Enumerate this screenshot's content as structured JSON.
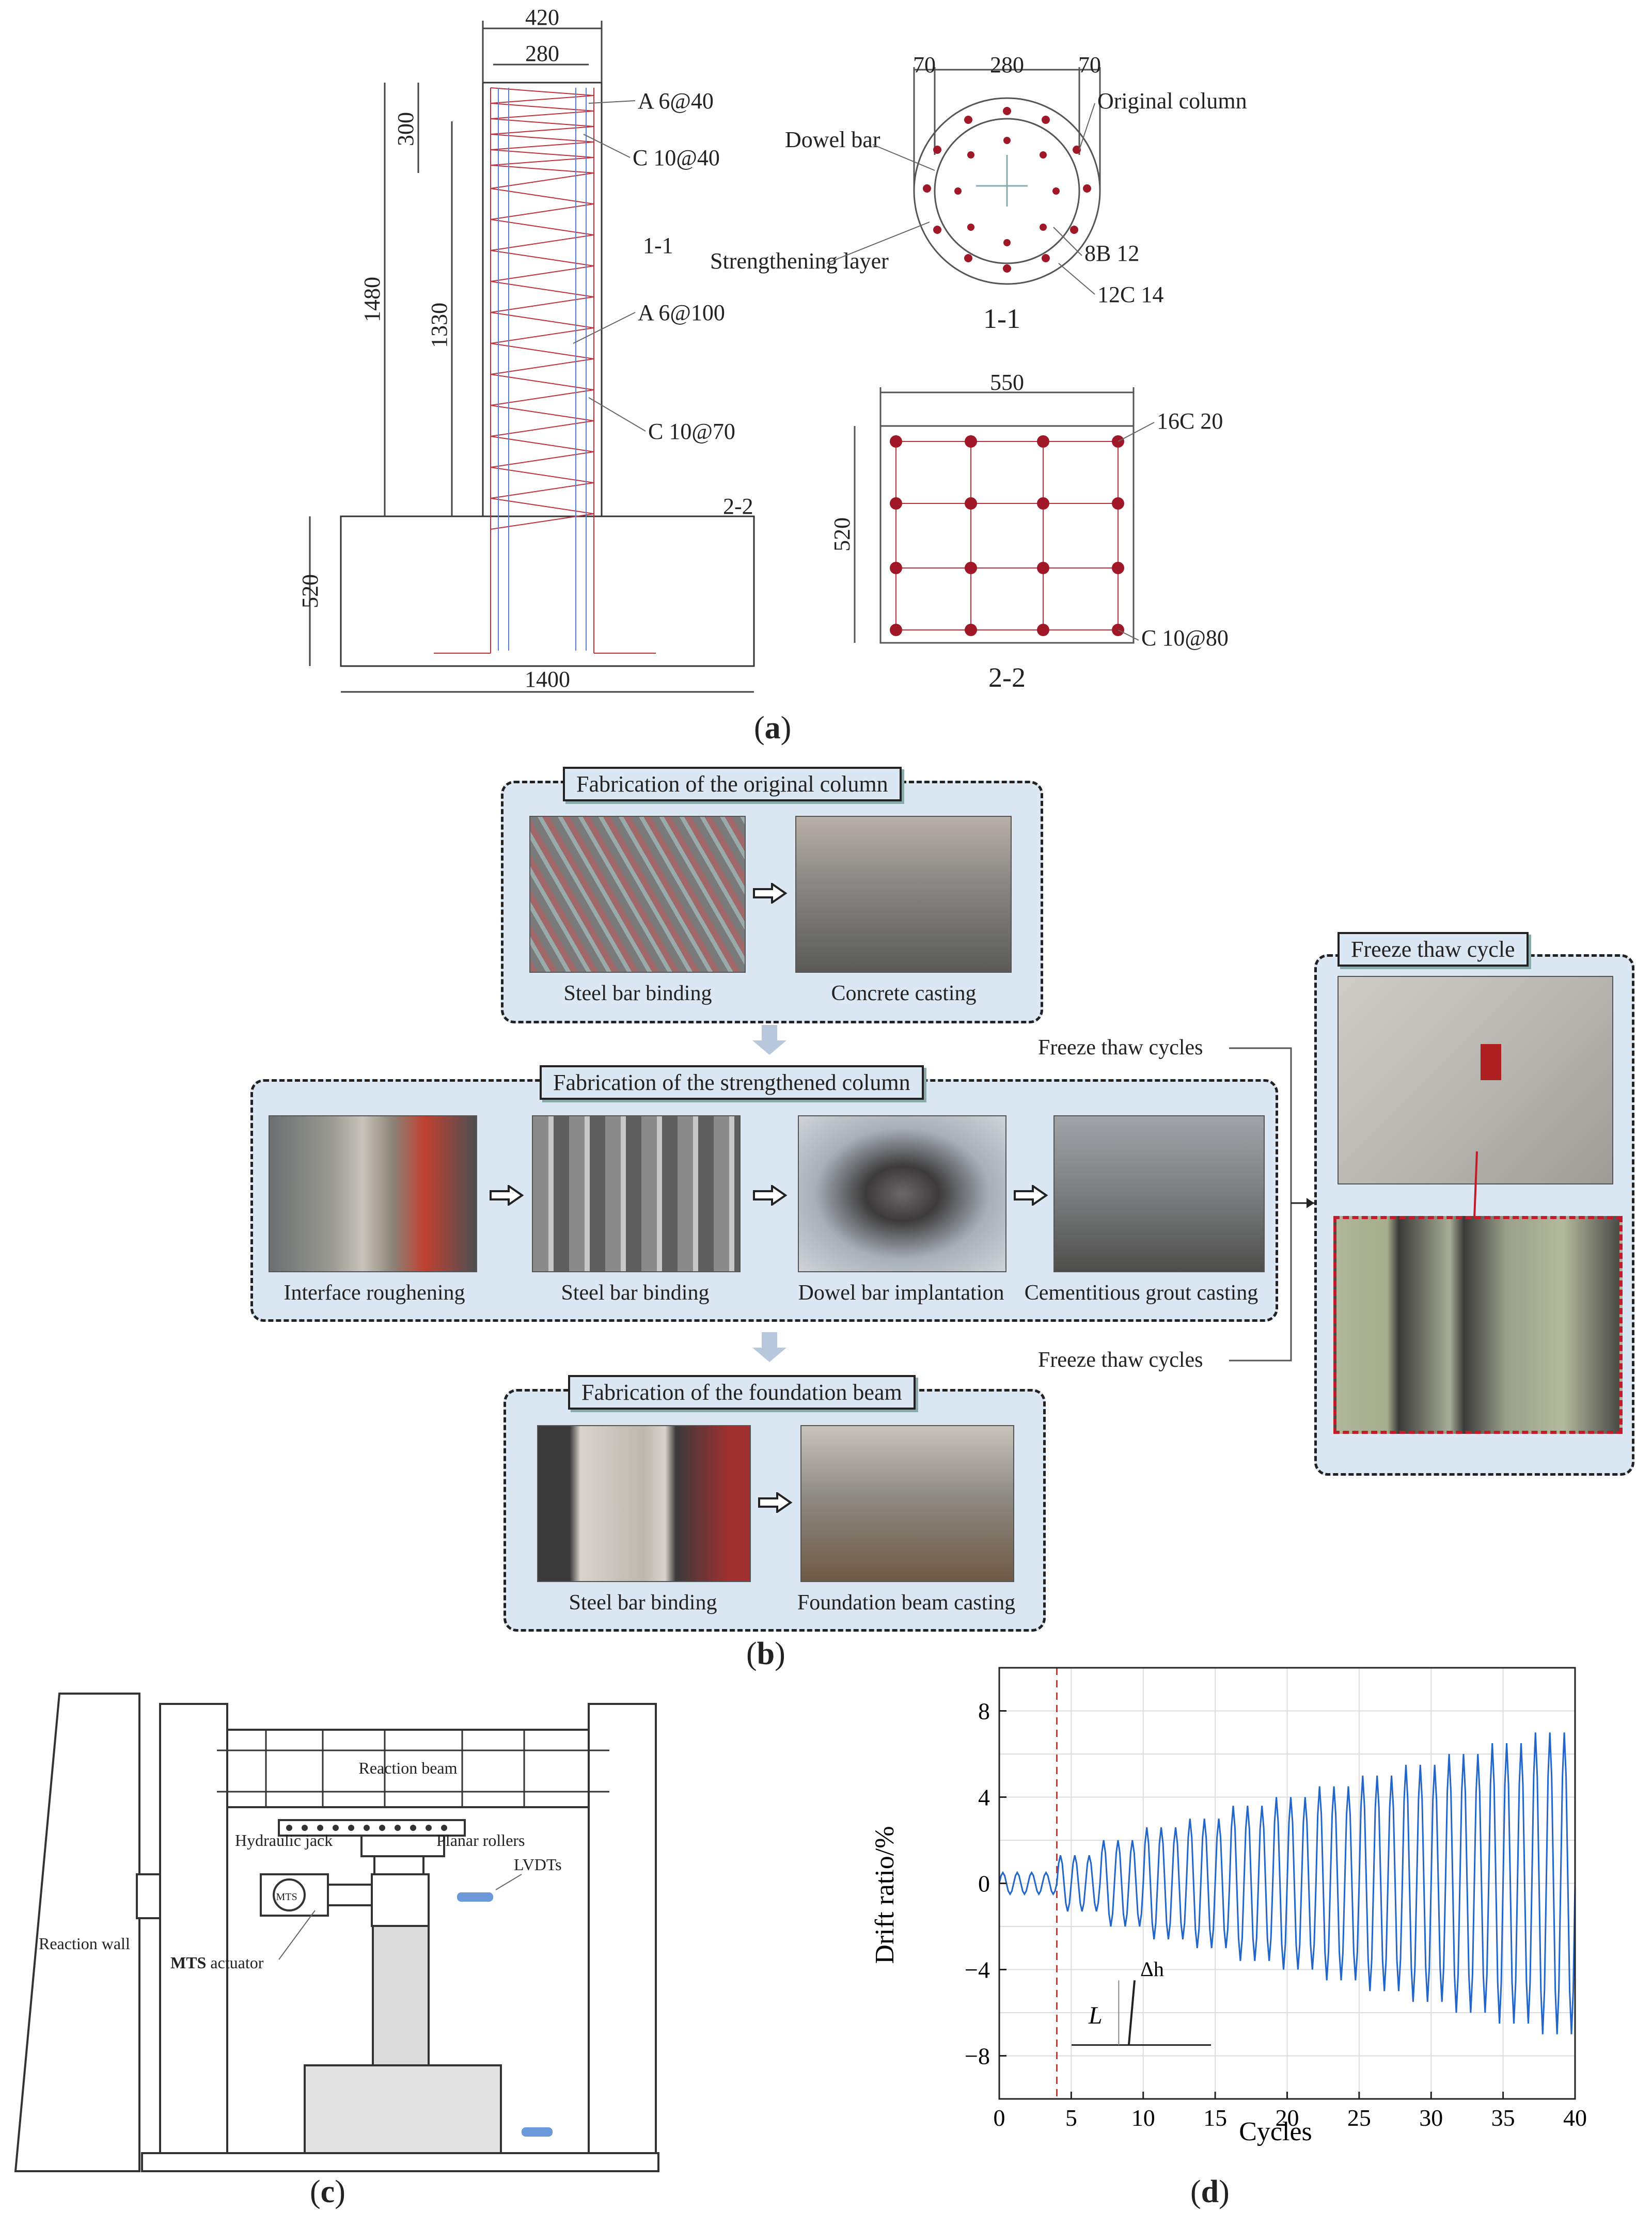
{
  "panel_labels": {
    "a": "a",
    "b": "b",
    "c": "c",
    "d": "d"
  },
  "panel_a": {
    "dims": {
      "top_outer": "420",
      "top_inner": "280",
      "h300": "300",
      "h1480": "1480",
      "h1330": "1330",
      "h520": "520",
      "w1400": "1400"
    },
    "rebar_labels": {
      "a6_40": "A 6@40",
      "c10_40": "C 10@40",
      "sec11": "1-1",
      "a6_100": "A 6@100",
      "c10_70": "C 10@70",
      "sec22": "2-2"
    },
    "section11": {
      "d70a": "70",
      "d280": "280",
      "d70b": "70",
      "original_column": "Original column",
      "dowel_bar": "Dowel bar",
      "strengthening_layer": "Strengthening layer",
      "b12": "8B 12",
      "c14": "12C 14",
      "title": "1-1"
    },
    "section22": {
      "width": "550",
      "height": "520",
      "c20": "16C 20",
      "c10_80": "C 10@80",
      "title": "2-2"
    }
  },
  "panel_b": {
    "original": {
      "title": "Fabrication of the original column",
      "cap1": "Steel bar binding",
      "cap2": "Concrete casting"
    },
    "strengthened": {
      "title": "Fabrication of the strengthened column",
      "cap1": "Interface roughening",
      "cap2": "Steel bar binding",
      "cap3": "Dowel bar implantation",
      "cap4": "Cementitious grout casting"
    },
    "foundation": {
      "title": "Fabrication of the foundation beam",
      "cap1": "Steel bar binding",
      "cap2": "Foundation beam casting"
    },
    "freeze": {
      "title": "Freeze thaw cycle",
      "label1": "Freeze thaw cycles",
      "label2": "Freeze thaw cycles"
    }
  },
  "panel_c": {
    "reaction_beam": "Reaction beam",
    "hydraulic_jack": "Hydraulic jack",
    "planar_rollers": "Planar rollers",
    "lvdts": "LVDTs",
    "reaction_wall": "Reaction wall",
    "mts_bold": "MTS",
    "mts_rest": " actuator",
    "mts_badge": "MTS"
  },
  "chart_data": {
    "type": "line",
    "xlabel": "Cycles",
    "ylabel": "Drift ratio/%",
    "xlim": [
      0,
      40
    ],
    "ylim": [
      -10,
      10
    ],
    "xticks": [
      0,
      5,
      10,
      15,
      20,
      25,
      30,
      35,
      40
    ],
    "yticks": [
      -8,
      -4,
      0,
      4,
      8
    ],
    "grid": true,
    "series_color": "#2266cc",
    "marker_line_x": 4,
    "marker_line_color": "#e03030",
    "inset_L": "L",
    "inset_delta": "Δh",
    "amplitude_schedule": [
      {
        "cycles": [
          0,
          4
        ],
        "amplitude": 0.5
      },
      {
        "cycles": [
          4,
          7
        ],
        "amplitude": 1.3
      },
      {
        "cycles": [
          7,
          10
        ],
        "amplitude": 2.0
      },
      {
        "cycles": [
          10,
          13
        ],
        "amplitude": 2.6
      },
      {
        "cycles": [
          13,
          16
        ],
        "amplitude": 3.0
      },
      {
        "cycles": [
          16,
          19
        ],
        "amplitude": 3.6
      },
      {
        "cycles": [
          19,
          22
        ],
        "amplitude": 4.0
      },
      {
        "cycles": [
          22,
          25
        ],
        "amplitude": 4.5
      },
      {
        "cycles": [
          25,
          28
        ],
        "amplitude": 5.0
      },
      {
        "cycles": [
          28,
          31
        ],
        "amplitude": 5.5
      },
      {
        "cycles": [
          31,
          34
        ],
        "amplitude": 6.0
      },
      {
        "cycles": [
          34,
          37
        ],
        "amplitude": 6.5
      },
      {
        "cycles": [
          37,
          40
        ],
        "amplitude": 7.0
      }
    ]
  }
}
